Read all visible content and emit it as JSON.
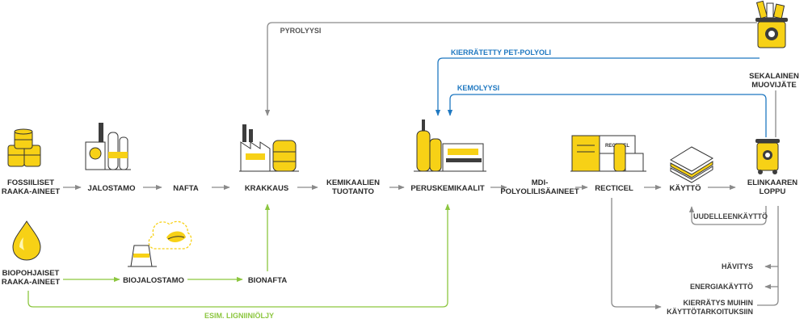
{
  "nodes": {
    "fossil_line1": "FOSSIILISET",
    "fossil_line2": "RAAKA-AINEET",
    "refinery": "JALOSTAMO",
    "naphtha": "NAFTA",
    "cracking": "KRAKKAUS",
    "chem_line1": "KEMIKAALIEN",
    "chem_line2": "TUOTANTO",
    "basechem": "PERUSKEMIKAALIT",
    "mdi_line1": "MDI-",
    "mdi_line2": "POLYOLILISÄAINEET",
    "recticel": "RECTICEL",
    "use": "KÄYTTÖ",
    "eol_line1": "ELINKAAREN",
    "eol_line2": "LOPPU",
    "bio_line1": "BIOPOHJAISET",
    "bio_line2": "RAAKA-AINEET",
    "biorefinery": "BIOJALOSTAMO",
    "bionaphtha": "BIONAFTA",
    "mixed_line1": "SEKALAINEN",
    "mixed_line2": "MUOVIJÄTE"
  },
  "routes": {
    "pyrolysis": "PYROLYYSI",
    "recycled_pet": "KIERRÄTETTY PET-POLYOLI",
    "chemolysis": "KEMOLYYSI",
    "lignin_oil": "ESIM. LIGNIINIÖLJY",
    "reuse": "UUDELLEENKÄYTTÖ"
  },
  "end_of_life": {
    "disposal": "HÄVITYS",
    "energy": "ENERGIAKÄYTTÖ",
    "recycle_line1": "KIERRÄTYS MUIHIN",
    "recycle_line2": "KÄYTTÖTARKOITUKSIIN"
  },
  "icons": {
    "fossil": "oil-barrels-icon",
    "refinery": "refinery-icon",
    "cracking": "cracking-plant-icon",
    "basechem": "chemical-plant-icon",
    "recticel": "recticel-factory-icon",
    "use": "foam-sheets-icon",
    "eol": "recycling-bin-icon",
    "bio": "oil-drop-icon",
    "biorefinery": "bio-refinery-icon",
    "mixed": "mixed-waste-bin-icon"
  },
  "colors": {
    "accent_yellow": "#f7d116",
    "fossil_flow": "#8a8a8a",
    "chemical_recycling": "#1f78c1",
    "bio_flow": "#8cc63f",
    "text": "#2b2b2b"
  }
}
